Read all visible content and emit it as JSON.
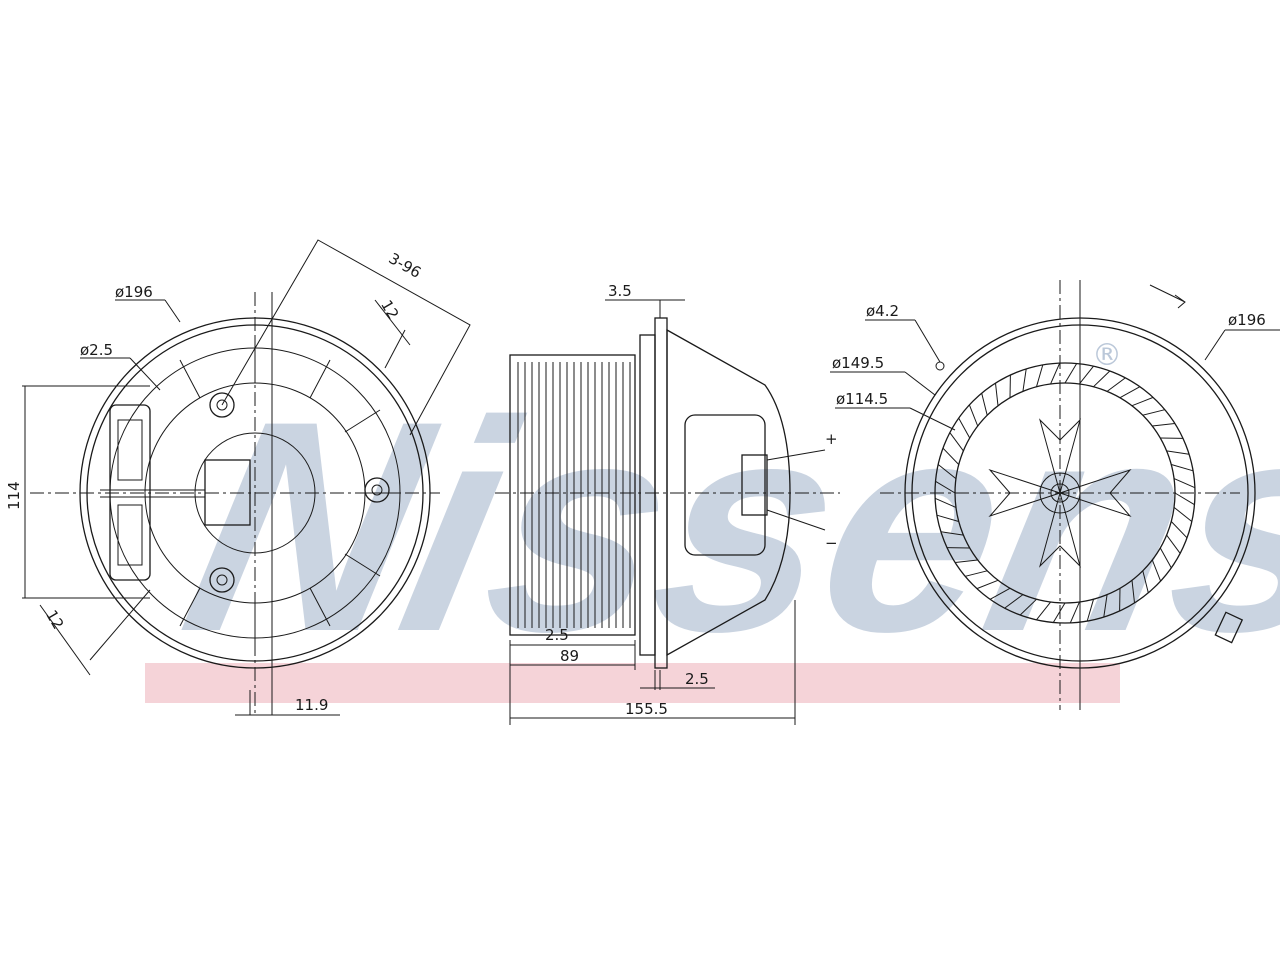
{
  "watermark": {
    "text": "Nissens",
    "color": "#9fb1c9",
    "band_color": "#f2c4cb"
  },
  "front_view": {
    "diameter_outer": "ø196",
    "diameter_hole": "ø2.5",
    "mount_angle": "3-96",
    "dim_12_top": "12",
    "dim_12_bottom": "12",
    "height": "114",
    "offset": "11.9"
  },
  "side_view": {
    "flange": "3.5",
    "wheel_gap": "2.5",
    "wheel_width": "89",
    "plate": "2.5",
    "total_length": "155.5",
    "plus_terminal": "+",
    "minus_terminal": "−"
  },
  "rear_view": {
    "diameter_hole": "ø4.2",
    "diameter_outer": "ø196",
    "diameter_mid": "ø149.5",
    "diameter_inner": "ø114.5"
  }
}
